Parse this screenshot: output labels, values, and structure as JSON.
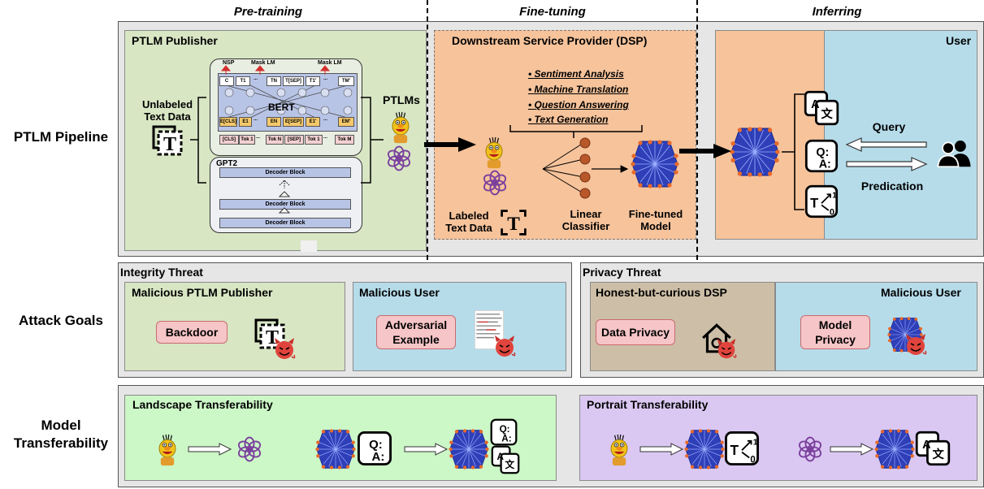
{
  "phases": {
    "pretraining": "Pre-training",
    "finetuning": "Fine-tuning",
    "inferring": "Inferring"
  },
  "rows": {
    "pipeline": "PTLM Pipeline",
    "attack_goals": "Attack Goals",
    "model_transfer_1": "Model",
    "model_transfer_2": "Transferability"
  },
  "pipeline": {
    "publisher": {
      "title": "PTLM Publisher",
      "unlabeled_1": "Unlabeled",
      "unlabeled_2": "Text Data",
      "ptlms": "PTLMs",
      "bert": {
        "title": "BERT",
        "nsp": "NSP",
        "mask_lm": "Mask LM",
        "top_tokens": [
          "C",
          "T1",
          "...",
          "TN",
          "T[SEP]",
          "T1'",
          "...",
          "TM'"
        ],
        "emb_tokens": [
          "E[CLS]",
          "E1",
          "...",
          "EN",
          "E[SEP]",
          "E1'",
          "...",
          "EM'"
        ],
        "in_tokens": [
          "[CLS]",
          "Tok 1",
          "...",
          "Tok N",
          "[SEP]",
          "Tok 1",
          "...",
          "Tok M"
        ]
      },
      "gpt2": {
        "title": "GPT2",
        "block": "Decoder Block"
      }
    },
    "dsp": {
      "title": "Downstream Service Provider (DSP)",
      "tasks": [
        "Sentiment Analysis",
        "Machine Translation",
        "Question Answering",
        "Text Generation"
      ],
      "labeled_1": "Labeled",
      "labeled_2": "Text Data",
      "linear_1": "Linear",
      "linear_2": "Classifier",
      "finetuned_1": "Fine-tuned",
      "finetuned_2": "Model"
    },
    "user": {
      "title": "User",
      "query": "Query",
      "prediction": "Predication"
    }
  },
  "attack": {
    "integrity": {
      "title": "Integrity Threat",
      "publisher": "Malicious PTLM Publisher",
      "backdoor": "Backdoor",
      "malicious_user": "Malicious User",
      "adv_1": "Adversarial",
      "adv_2": "Example"
    },
    "privacy": {
      "title": "Privacy Threat",
      "dsp": "Honest-but-curious DSP",
      "data_privacy": "Data Privacy",
      "malicious_user": "Malicious User",
      "model_1": "Model",
      "model_2": "Privacy"
    }
  },
  "transfer": {
    "landscape": "Landscape Transferability",
    "portrait": "Portrait Transferability"
  },
  "colors": {
    "publisher": "#d8e6c4",
    "dsp": "#f6c39b",
    "user": "#b6dcea",
    "pill": "#f6c5c7",
    "landscape": "#ccf7c7",
    "portrait": "#dac8f2",
    "devil": "#e0443c"
  }
}
